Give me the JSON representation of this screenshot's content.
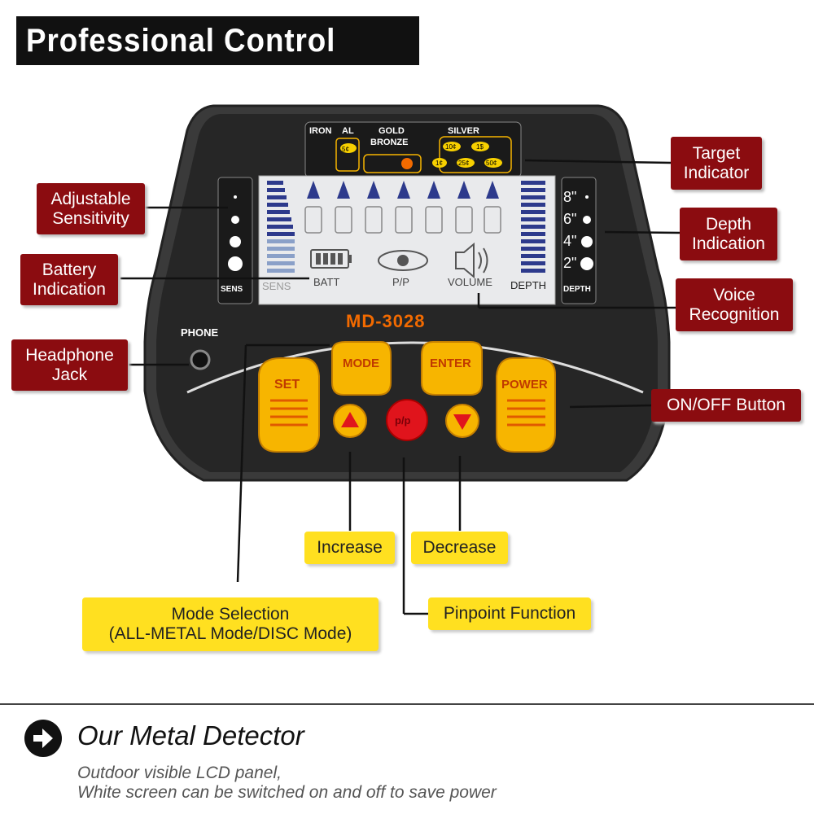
{
  "title": "Professional Control Box",
  "device": {
    "model": "MD-3028",
    "phone_label": "PHONE",
    "sens_label": "SENS",
    "depth_label": "DEPTH",
    "depth_marks": [
      "8\"",
      "6\"",
      "4\"",
      "2\""
    ],
    "target_labels": {
      "iron": "IRON",
      "al": "AL",
      "gold": "GOLD",
      "bronze": "BRONZE",
      "silver": "SILVER"
    },
    "coin_labels": [
      "5¢",
      "10¢",
      "1$",
      "1¢",
      "25¢",
      "50¢"
    ],
    "lcd": {
      "sens": "SENS",
      "batt": "BATT",
      "pp": "P/P",
      "volume": "VOLUME",
      "depth": "DEPTH"
    },
    "buttons": {
      "set": "SET",
      "mode": "MODE",
      "enter": "ENTER",
      "power": "POWER",
      "pp": "p/p"
    }
  },
  "callouts": {
    "target_indicator": "Target\nIndicator",
    "depth_indication": "Depth\nIndication",
    "voice_recognition": "Voice\nRecognition",
    "on_off_button": "ON/OFF Button",
    "adjustable_sensitivity": "Adjustable\nSensitivity",
    "battery_indication": "Battery\nIndication",
    "headphone_jack": "Headphone\nJack",
    "increase": "Increase",
    "decrease": "Decrease",
    "mode_selection": "Mode Selection\n(ALL-METAL Mode/DISC Mode)",
    "pinpoint_function": "Pinpoint Function"
  },
  "footer": {
    "heading": "Our Metal Detector",
    "line1": "Outdoor visible LCD panel,",
    "line2": "White screen can be switched on and off to save power"
  },
  "colors": {
    "callout_red": "#8b0c10",
    "callout_yellow": "#ffe020",
    "button_yellow": "#f7b500",
    "pp_red": "#e0141c",
    "model_orange": "#f26a00"
  }
}
